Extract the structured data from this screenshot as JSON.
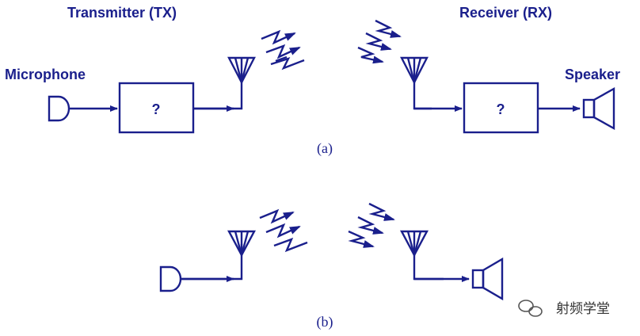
{
  "panel_a": {
    "tx_title": "Transmitter (TX)",
    "rx_title": "Receiver (RX)",
    "mic_label": "Microphone",
    "speaker_label": "Speaker",
    "tx_box_text": "?",
    "rx_box_text": "?",
    "caption": "(a)"
  },
  "panel_b": {
    "caption": "(b)"
  },
  "watermark": {
    "text": "射频学堂"
  },
  "colors": {
    "ink": "#1a1f8c",
    "background": "#ffffff"
  }
}
